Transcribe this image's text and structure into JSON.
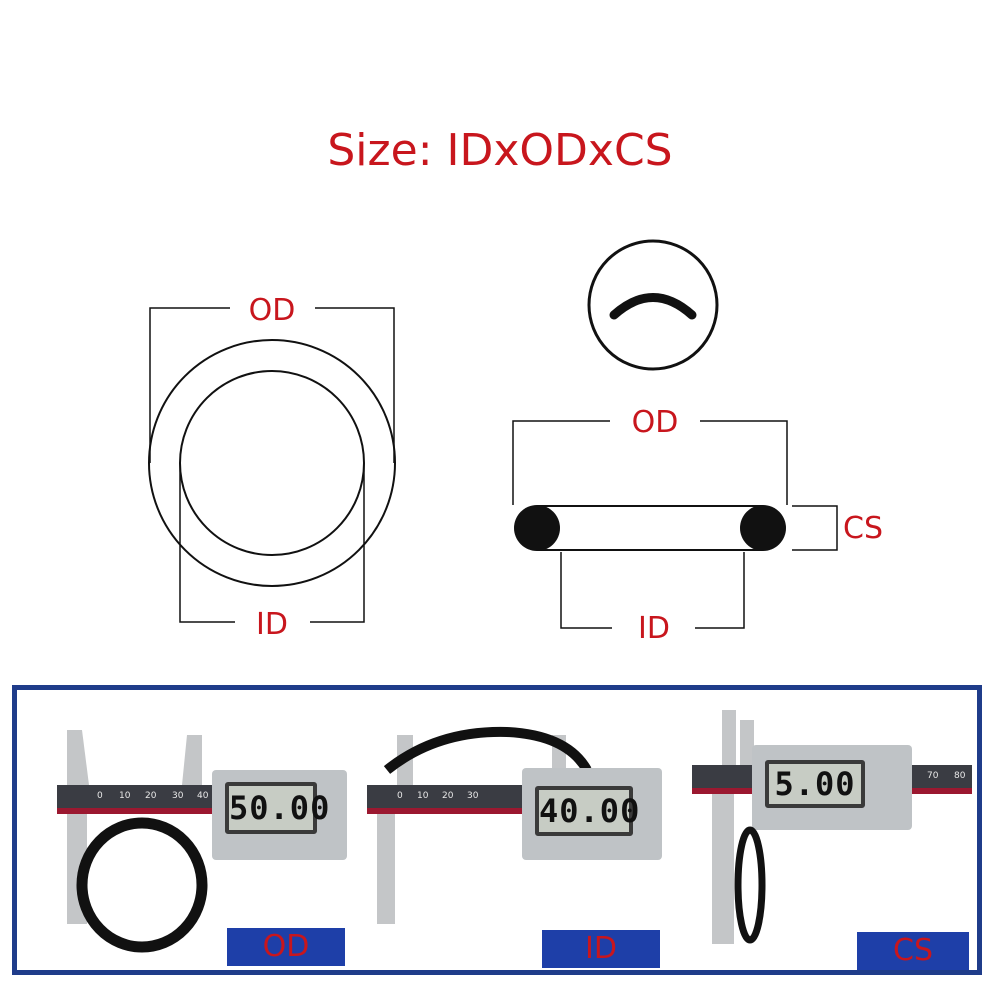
{
  "title": "Size: IDxODxCS",
  "front_view": {
    "od_label": "OD",
    "id_label": "ID"
  },
  "side_view": {
    "od_label": "OD",
    "id_label": "ID",
    "cs_label": "CS"
  },
  "photos": [
    {
      "tag": "OD",
      "reading": "50.00"
    },
    {
      "tag": "ID",
      "reading": "40.00"
    },
    {
      "tag": "CS",
      "reading": "5.00"
    }
  ],
  "colors": {
    "label_red": "#c8161d",
    "frame_blue": "#1f3c8a",
    "tag_blue": "#1e3fa8"
  }
}
